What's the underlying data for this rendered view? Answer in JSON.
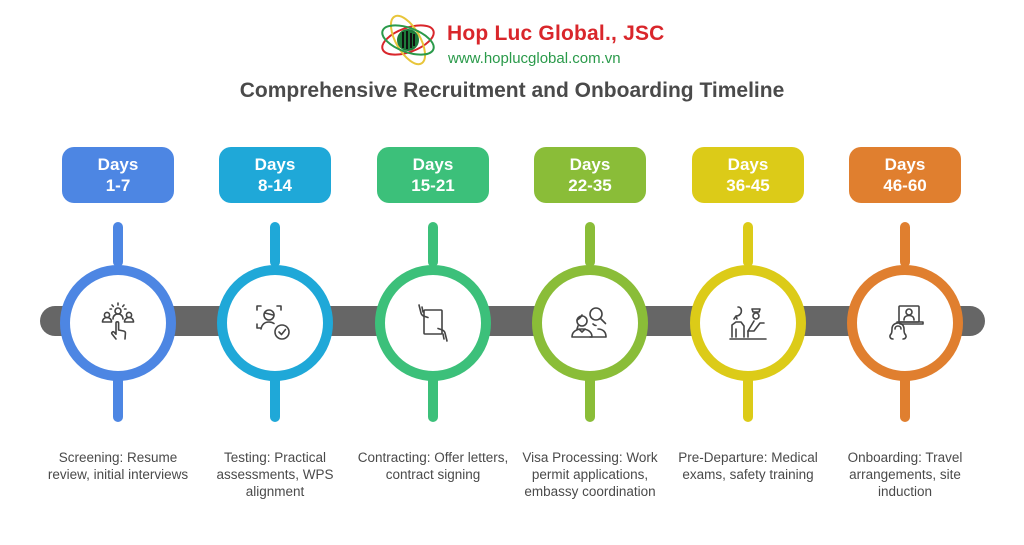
{
  "header": {
    "company_name": "Hop Luc Global., JSC",
    "website": "www.hoplucglobal.com.vn",
    "title": "Comprehensive Recruitment and Onboarding Timeline"
  },
  "colors": {
    "brand_red": "#d9262b",
    "brand_green": "#2a9a4a",
    "track": "#666666",
    "text": "#4a4a4a"
  },
  "stages": [
    {
      "days_label": "Days",
      "days_range": "1-7",
      "color": "#4d86e3",
      "icon": "group-selection-icon",
      "description": "Screening: Resume review, initial interviews"
    },
    {
      "days_label": "Days",
      "days_range": "8-14",
      "color": "#1fa8d8",
      "icon": "face-scan-check-icon",
      "description": "Testing: Practical assessments, WPS alignment"
    },
    {
      "days_label": "Days",
      "days_range": "15-21",
      "color": "#3cc07a",
      "icon": "document-handover-icon",
      "description": "Contracting: Offer letters, contract signing"
    },
    {
      "days_label": "Days",
      "days_range": "22-35",
      "color": "#8abd38",
      "icon": "people-search-icon",
      "description": "Visa Processing: Work permit applications, embassy coordination"
    },
    {
      "days_label": "Days",
      "days_range": "36-45",
      "color": "#dccb18",
      "icon": "medical-exam-icon",
      "description": "Pre-Departure: Medical exams, safety training"
    },
    {
      "days_label": "Days",
      "days_range": "46-60",
      "color": "#e07f2f",
      "icon": "remote-onboarding-icon",
      "description": "Onboarding: Travel arrangements, site induction"
    }
  ]
}
